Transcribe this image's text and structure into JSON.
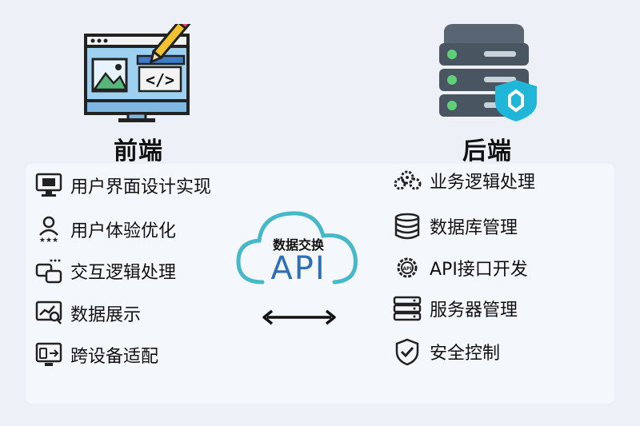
{
  "frontend": {
    "title": "前端",
    "items": [
      "用户界面设计实现",
      "用户体验优化",
      "交互逻辑处理",
      "数据展示",
      "跨设备适配"
    ]
  },
  "backend": {
    "title": "后端",
    "items": [
      "业务逻辑处理",
      "数据库管理",
      "API接口开发",
      "服务器管理",
      "安全控制"
    ]
  },
  "center": {
    "label": "数据交换",
    "api": "API"
  },
  "colors": {
    "monitor_blue": "#7fb7e3",
    "server_gray": "#4a5562",
    "shield_cyan": "#1fb6d8",
    "cloud_teal": "#46b9c8",
    "api_blue": "#2f6fb3"
  }
}
